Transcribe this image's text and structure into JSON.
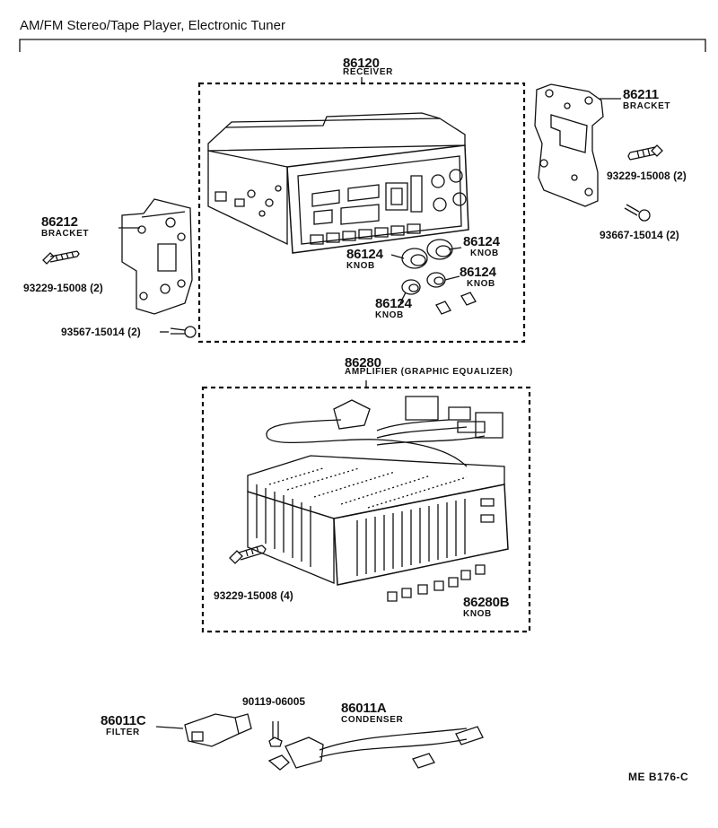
{
  "title": "AM/FM Stereo/Tape Player, Electronic Tuner",
  "drawing_code": "ME  B176-C",
  "parts": {
    "receiver": {
      "number": "86120",
      "name": "RECEIVER"
    },
    "bracket_right": {
      "number": "86211",
      "name": "BRACKET"
    },
    "bracket_left": {
      "number": "86212",
      "name": "BRACKET"
    },
    "knob_1": {
      "number": "86124",
      "name": "KNOB"
    },
    "knob_2": {
      "number": "86124",
      "name": "KNOB"
    },
    "knob_3": {
      "number": "86124",
      "name": "KNOB"
    },
    "knob_4": {
      "number": "86124",
      "name": "KNOB"
    },
    "amplifier": {
      "number": "86280",
      "name": "AMPLIFIER (GRAPHIC EQUALIZER)"
    },
    "eq_knob": {
      "number": "86280B",
      "name": "KNOB"
    },
    "filter": {
      "number": "86011C",
      "name": "FILTER"
    },
    "condenser": {
      "number": "86011A",
      "name": "CONDENSER"
    }
  },
  "hardware": {
    "screw_right": "93229-15008 (2)",
    "tap_screw_right": "93667-15014 (2)",
    "screw_left": "93229-15008 (2)",
    "tap_screw_left": "93567-15014 (2)",
    "screw_amp": "93229-15008 (4)",
    "bolt_filter": "90119-06005"
  }
}
